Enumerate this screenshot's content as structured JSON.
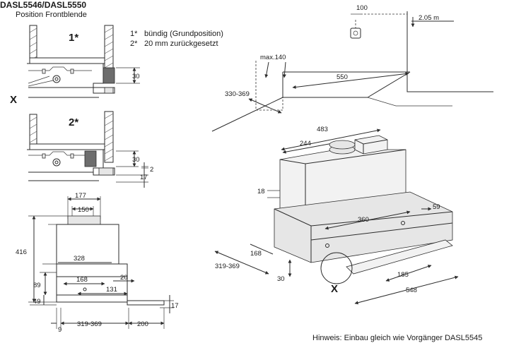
{
  "title": "DASL5546/DASL5550",
  "subtitle": "Position Frontblende",
  "legend": [
    {
      "key": "1*",
      "text": "bündig (Grundposition)"
    },
    {
      "key": "2*",
      "text": "20 mm zurückgesetzt"
    }
  ],
  "detail_marks": {
    "one": "1*",
    "two": "2*",
    "x": "X"
  },
  "detail1_dims": {
    "d30": "30"
  },
  "detail2_dims": {
    "d30": "30",
    "d2": "2",
    "d17": "17"
  },
  "front_view_dims": {
    "d177": "177",
    "d150": "150",
    "d416": "416",
    "d328": "328",
    "d168": "168",
    "d20": "20",
    "d89": "89",
    "d131": "131",
    "d49": "49",
    "d17": "17",
    "d9": "9",
    "d319_369": "319-369",
    "d200": "200"
  },
  "iso_dims": {
    "d100": "100",
    "d2_05m": "2.05 m",
    "dmax140": "max.140",
    "d550": "550",
    "d330_369": "330-369",
    "d483": "483",
    "d244": "244",
    "d18": "18",
    "d59": "59",
    "d360": "360",
    "d168": "168",
    "d319_369": "319-369",
    "d30": "30",
    "d185": "185",
    "d548": "548",
    "x": "X"
  },
  "note": "Hinweis: Einbau gleich wie Vorgänger DASL5545"
}
